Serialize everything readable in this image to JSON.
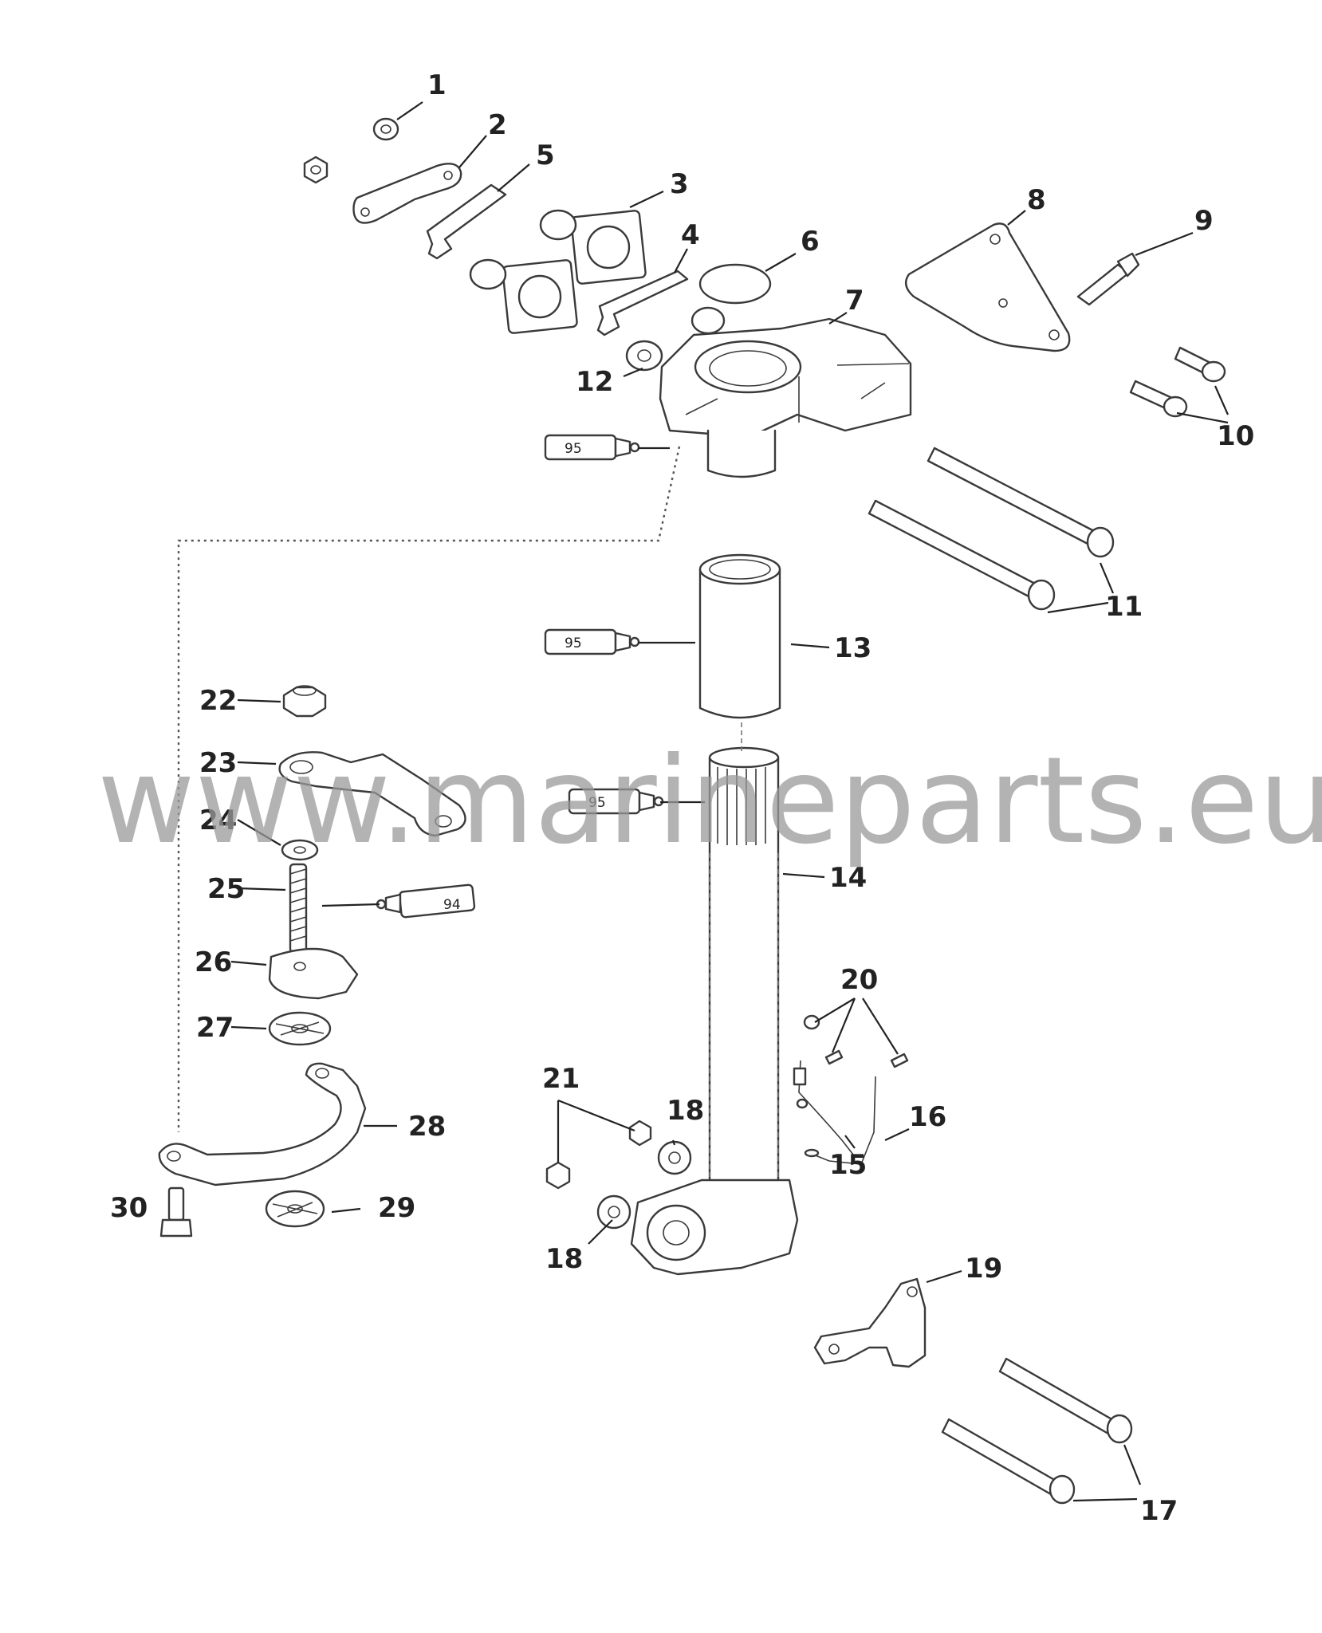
{
  "watermark": "www.marineparts.eu",
  "lubricant_labels": {
    "upper": "95",
    "mid": "95",
    "shaft": "95",
    "pin": "94"
  },
  "callouts": {
    "c1": "1",
    "c2": "2",
    "c3": "3",
    "c4": "4",
    "c5": "5",
    "c6": "6",
    "c7": "7",
    "c8": "8",
    "c9": "9",
    "c10": "10",
    "c11": "11",
    "c12": "12",
    "c13": "13",
    "c14": "14",
    "c15": "15",
    "c16": "16",
    "c17": "17",
    "c18a": "18",
    "c18b": "18",
    "c19": "19",
    "c20": "20",
    "c21": "21",
    "c22": "22",
    "c23": "23",
    "c24": "24",
    "c25": "25",
    "c26": "26",
    "c27": "27",
    "c28": "28",
    "c29": "29",
    "c30": "30"
  }
}
